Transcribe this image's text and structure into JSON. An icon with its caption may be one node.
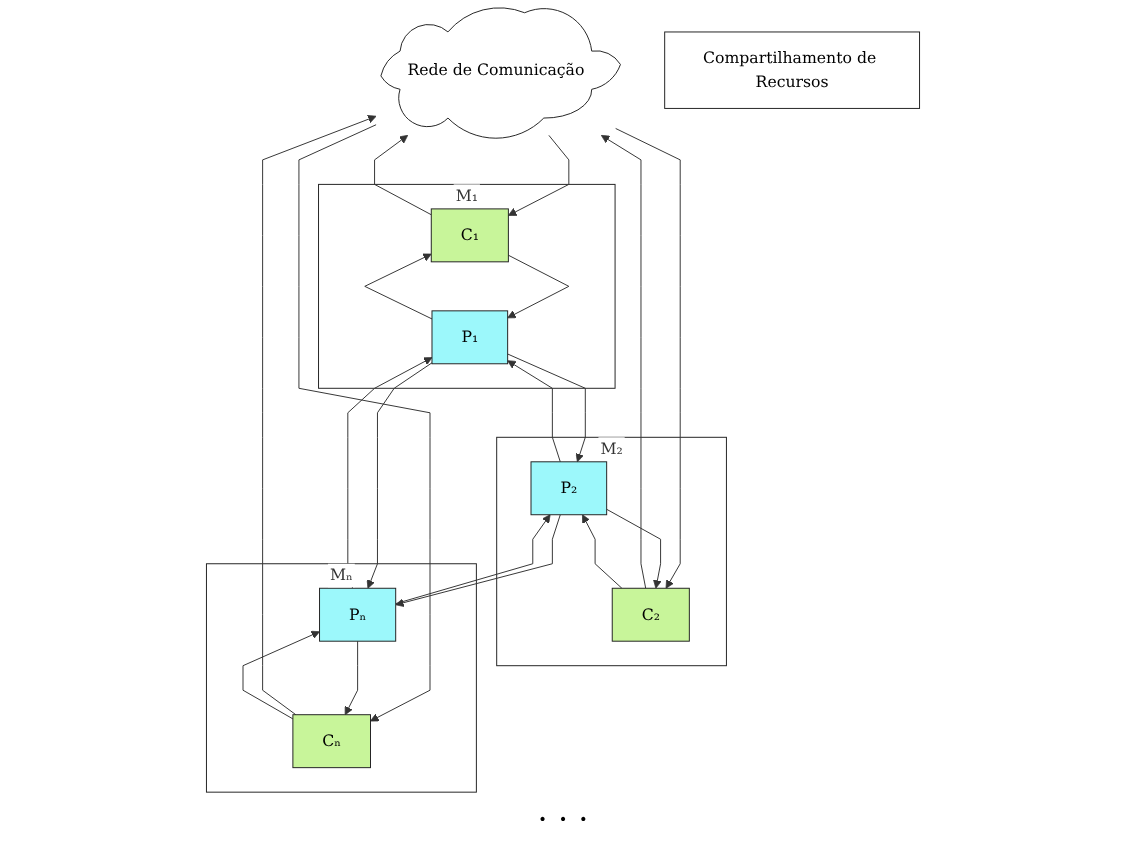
{
  "diagram": {
    "nodes": [
      {
        "text": [
          "Rede de Comunicação"
        ]
      },
      {
        "text": [
          "M₁"
        ]
      },
      {
        "text": [
          "C₁"
        ],
        "in": 1
      },
      {
        "text": [
          "P₁"
        ],
        "in": 1
      },
      {
        "text": [
          "M₂"
        ]
      },
      {
        "text": [
          "C₂"
        ],
        "in": 4
      },
      {
        "text": [
          "P₂"
        ],
        "in": 4
      },
      {
        "text": [
          "Mₙ"
        ]
      },
      {
        "text": [
          "Cₙ"
        ],
        "in": 7
      },
      {
        "text": [
          "Pₙ"
        ],
        "in": 7
      },
      {
        "text": [
          "Compartilhamento de Recursos"
        ]
      }
    ],
    "edges": [
      {
        "from": 2,
        "to": 0,
        "arrow": "to"
      },
      {
        "from": 0,
        "to": 2,
        "arrow": "to"
      },
      {
        "from": 5,
        "to": 0,
        "arrow": "to"
      },
      {
        "from": 0,
        "to": 5,
        "arrow": "to"
      },
      {
        "from": 8,
        "to": 0,
        "arrow": "to"
      },
      {
        "from": 0,
        "to": 8,
        "arrow": "to"
      },
      {
        "from": 3,
        "to": 2,
        "arrow": "to"
      },
      {
        "from": 2,
        "to": 3,
        "arrow": "to"
      },
      {
        "from": 6,
        "to": 5,
        "arrow": "to"
      },
      {
        "from": 5,
        "to": 6,
        "arrow": "to"
      },
      {
        "from": 9,
        "to": 8,
        "arrow": "to"
      },
      {
        "from": 8,
        "to": 9,
        "arrow": "to"
      },
      {
        "from": 6,
        "to": 3,
        "arrow": "to"
      },
      {
        "from": 3,
        "to": 6,
        "arrow": "to"
      },
      {
        "from": 3,
        "to": 9,
        "arrow": "to"
      },
      {
        "from": 9,
        "to": 3,
        "arrow": "to"
      },
      {
        "from": 6,
        "to": 9,
        "arrow": "to"
      },
      {
        "from": 9,
        "to": 6,
        "arrow": "to"
      }
    ],
    "labels": [
      "· · ·"
    ]
  }
}
